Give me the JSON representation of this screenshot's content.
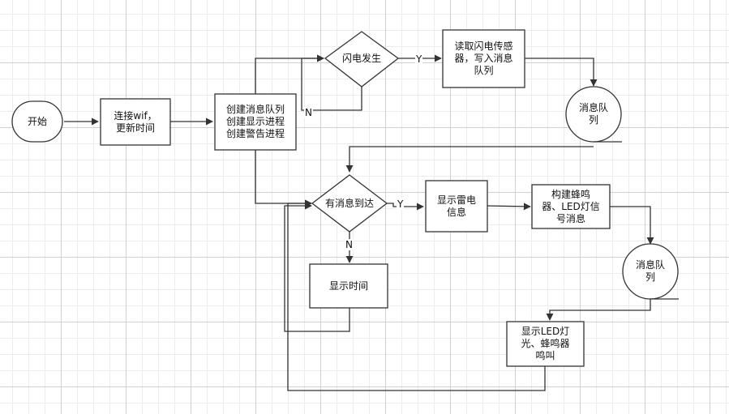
{
  "nodes": {
    "start": "开始",
    "connect_wifi": "连接wif，\n更新时间",
    "create": "创建消息队列\n创建显示进程\n创建警告进程",
    "lightning": "闪电发生",
    "read_sensor": "读取闪电传感\n器，写入消息\n队列",
    "queue1": "消息队\n列",
    "has_msg": "有消息到达",
    "show_thunder": "显示雷电\n信息",
    "build_signal": "构建蜂鸣\n器、LED灯信\n号消息",
    "queue2": "消息队\n列",
    "show_time": "显示时间",
    "show_led": "显示LED灯\n光、蜂鸣器\n鸣叫"
  },
  "labels": {
    "lightning_yes": "Y",
    "lightning_no": "N",
    "msg_yes": "Y",
    "msg_no": "N"
  }
}
